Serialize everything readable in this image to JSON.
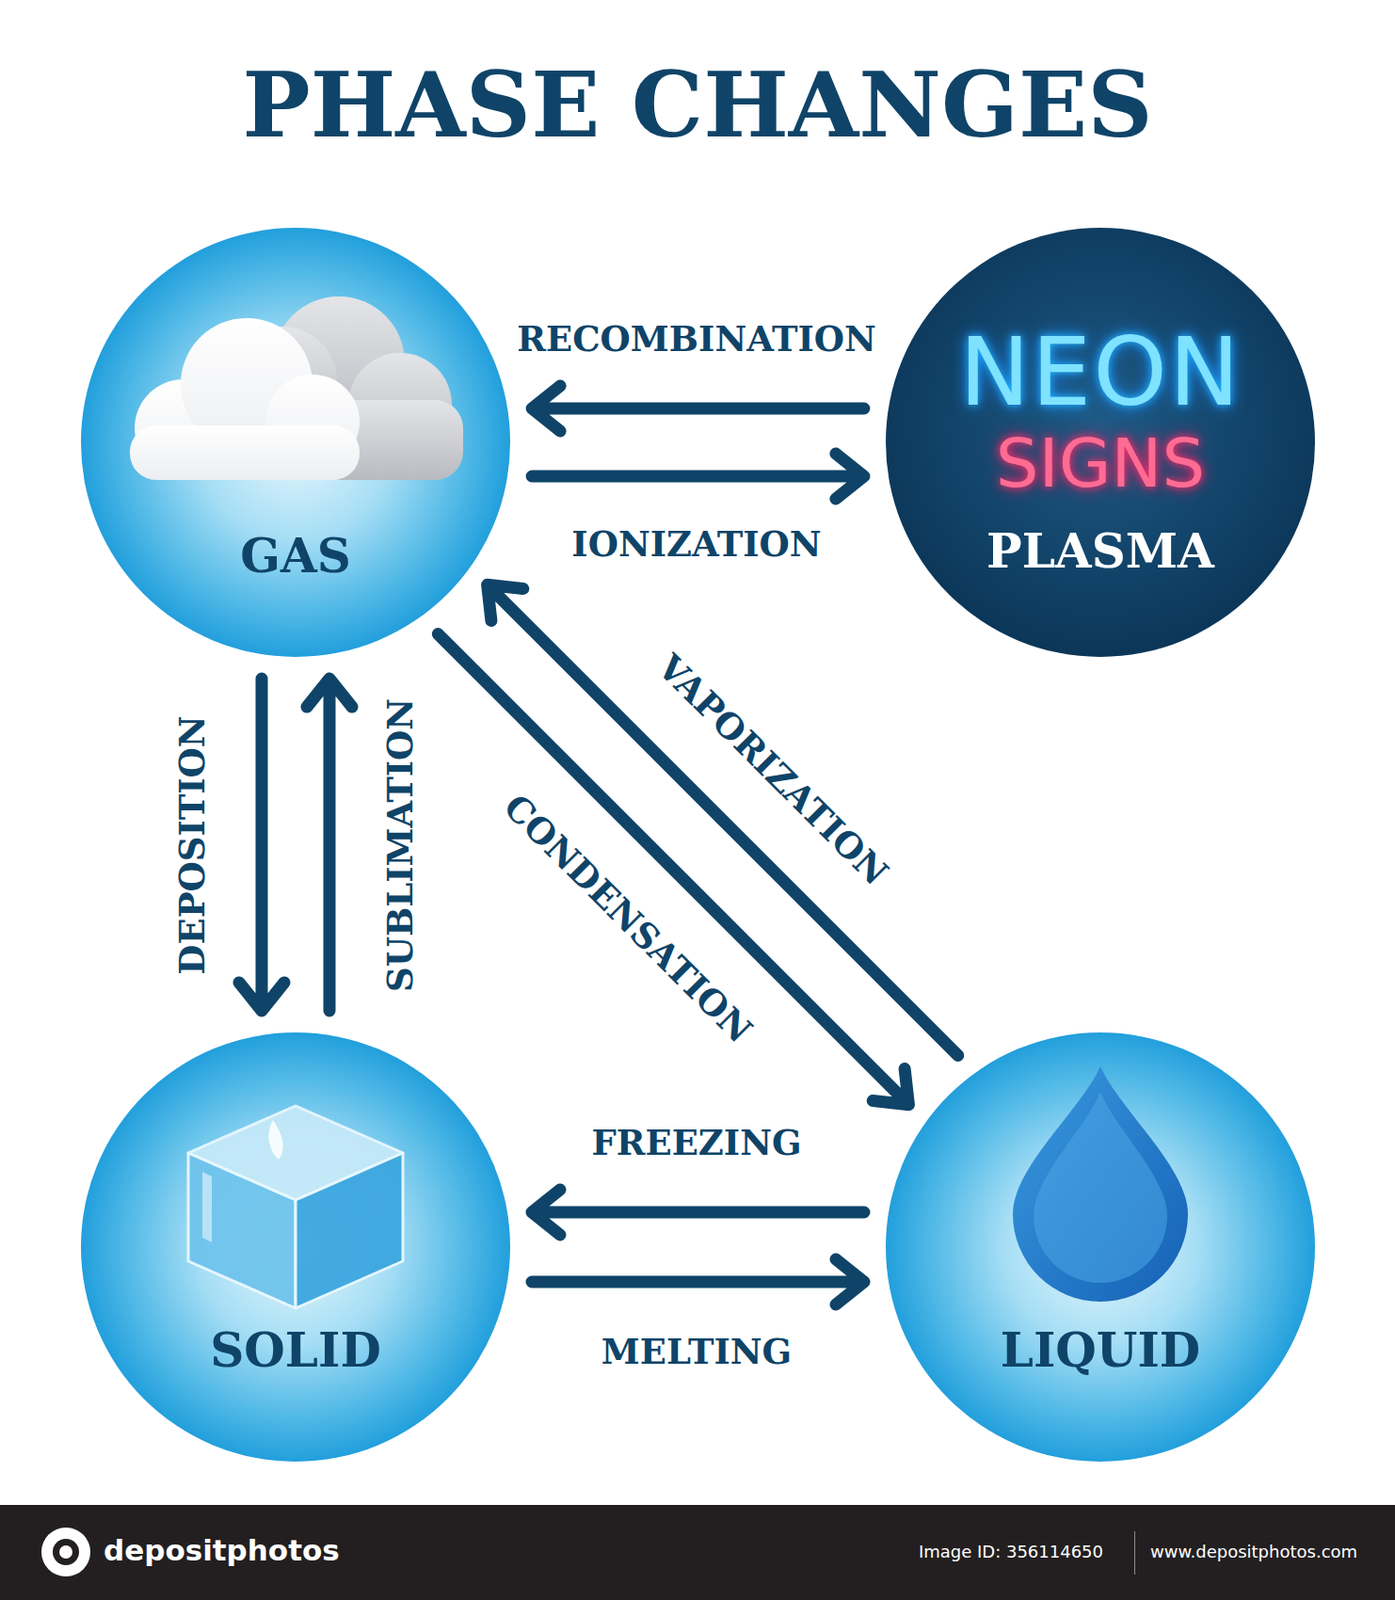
{
  "diagram": {
    "title": "PHASE CHANGES",
    "nodes": [
      {
        "text": [
          "GAS"
        ]
      },
      {
        "text": [
          "NEON",
          "SIGNS",
          "PLASMA"
        ]
      },
      {
        "text": [
          "SOLID"
        ]
      },
      {
        "text": [
          "LIQUID"
        ]
      }
    ],
    "edges": [
      {
        "from": 1,
        "to": 0,
        "label": "RECOMBINATION",
        "arrow": "to"
      },
      {
        "from": 0,
        "to": 1,
        "label": "IONIZATION",
        "arrow": "to"
      },
      {
        "from": 0,
        "to": 2,
        "label": "DEPOSITION",
        "arrow": "to"
      },
      {
        "from": 2,
        "to": 0,
        "label": "SUBLIMATION",
        "arrow": "to"
      },
      {
        "from": 0,
        "to": 3,
        "label": "CONDENSATION",
        "arrow": "to"
      },
      {
        "from": 3,
        "to": 0,
        "label": "VAPORIZATION",
        "arrow": "to"
      },
      {
        "from": 3,
        "to": 2,
        "label": "FREEZING",
        "arrow": "to"
      },
      {
        "from": 2,
        "to": 3,
        "label": "MELTING",
        "arrow": "to"
      }
    ],
    "labels": [
      "depositphotos",
      "Image ID: 356114650",
      "www.depositphotos.com"
    ]
  }
}
